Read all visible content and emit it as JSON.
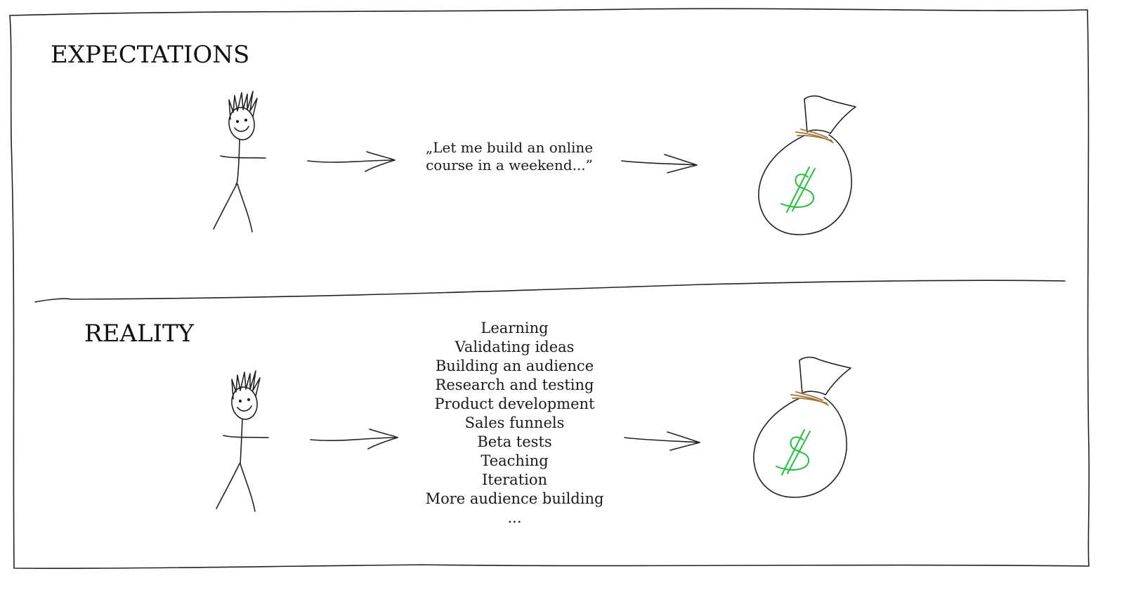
{
  "colors": {
    "ink": "#222222",
    "dollar_green": "#1fc23a",
    "tie_brown": "#a0743a"
  },
  "icons": [
    "stick-figure-icon",
    "arrow-right-icon",
    "money-bag-icon",
    "dollar-sign-icon"
  ],
  "expectations": {
    "heading": "EXPECTATIONS",
    "quote": {
      "line1": "„Let me build an online",
      "line2": "course in a weekend...”"
    }
  },
  "reality": {
    "heading": "REALITY",
    "tasks": [
      "Learning",
      "Validating ideas",
      "Building an audience",
      "Research and testing",
      "Product development",
      "Sales funnels",
      "Beta tests",
      "Teaching",
      "Iteration",
      "More audience building",
      "..."
    ]
  }
}
